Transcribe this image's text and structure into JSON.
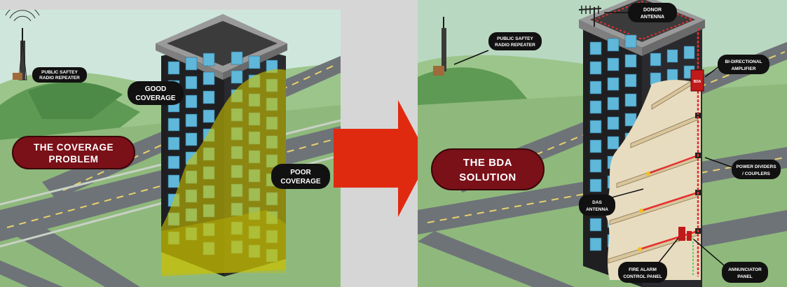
{
  "left_panel": {
    "repeater_label": [
      "PUBLIC SAFTEY",
      "RADIO REPEATER"
    ],
    "good_coverage_label": [
      "GOOD",
      "COVERAGE"
    ],
    "poor_coverage_label": [
      "POOR",
      "COVERAGE"
    ],
    "title_pill": [
      "THE COVERAGE",
      "PROBLEM"
    ]
  },
  "right_panel": {
    "repeater_label": [
      "PUBLIC SAFTEY",
      "RADIO REPEATER"
    ],
    "donor_antenna_label": [
      "DONOR",
      "ANTENNA"
    ],
    "bda_label": [
      "BI-DIRECTIONAL",
      "AMPLIFIER"
    ],
    "bda_box_text": "BDA",
    "power_dividers_label": [
      "POWER DIVIDERS",
      "/ COUPLERS"
    ],
    "das_antenna_label": [
      "DAS",
      "ANTENNA"
    ],
    "fire_alarm_label": [
      "FIRE ALARM",
      "CONTROL PANEL"
    ],
    "annunciator_label": [
      "ANNUNCIATOR",
      "PANEL"
    ],
    "title_pill": [
      "THE BDA",
      "SOLUTION"
    ]
  },
  "colors": {
    "pill_red": "#7a1018",
    "arrow_red": "#e02a10",
    "coverage_yellow": "#c8c000",
    "building_dark": "#1f1f22",
    "window_blue": "#5fb7d9",
    "road_gray": "#6e7378",
    "grass_green": "#8cb57a"
  }
}
